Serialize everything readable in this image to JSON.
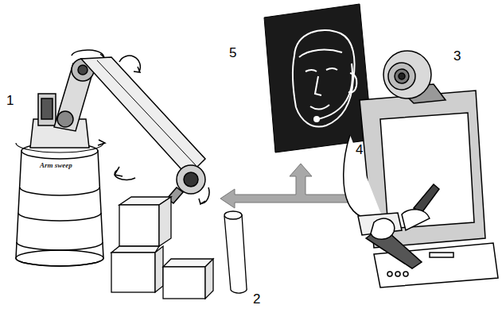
{
  "diagram": {
    "labels": [
      "1",
      "Arm sweep",
      "5",
      "3",
      "4",
      "2"
    ]
  }
}
